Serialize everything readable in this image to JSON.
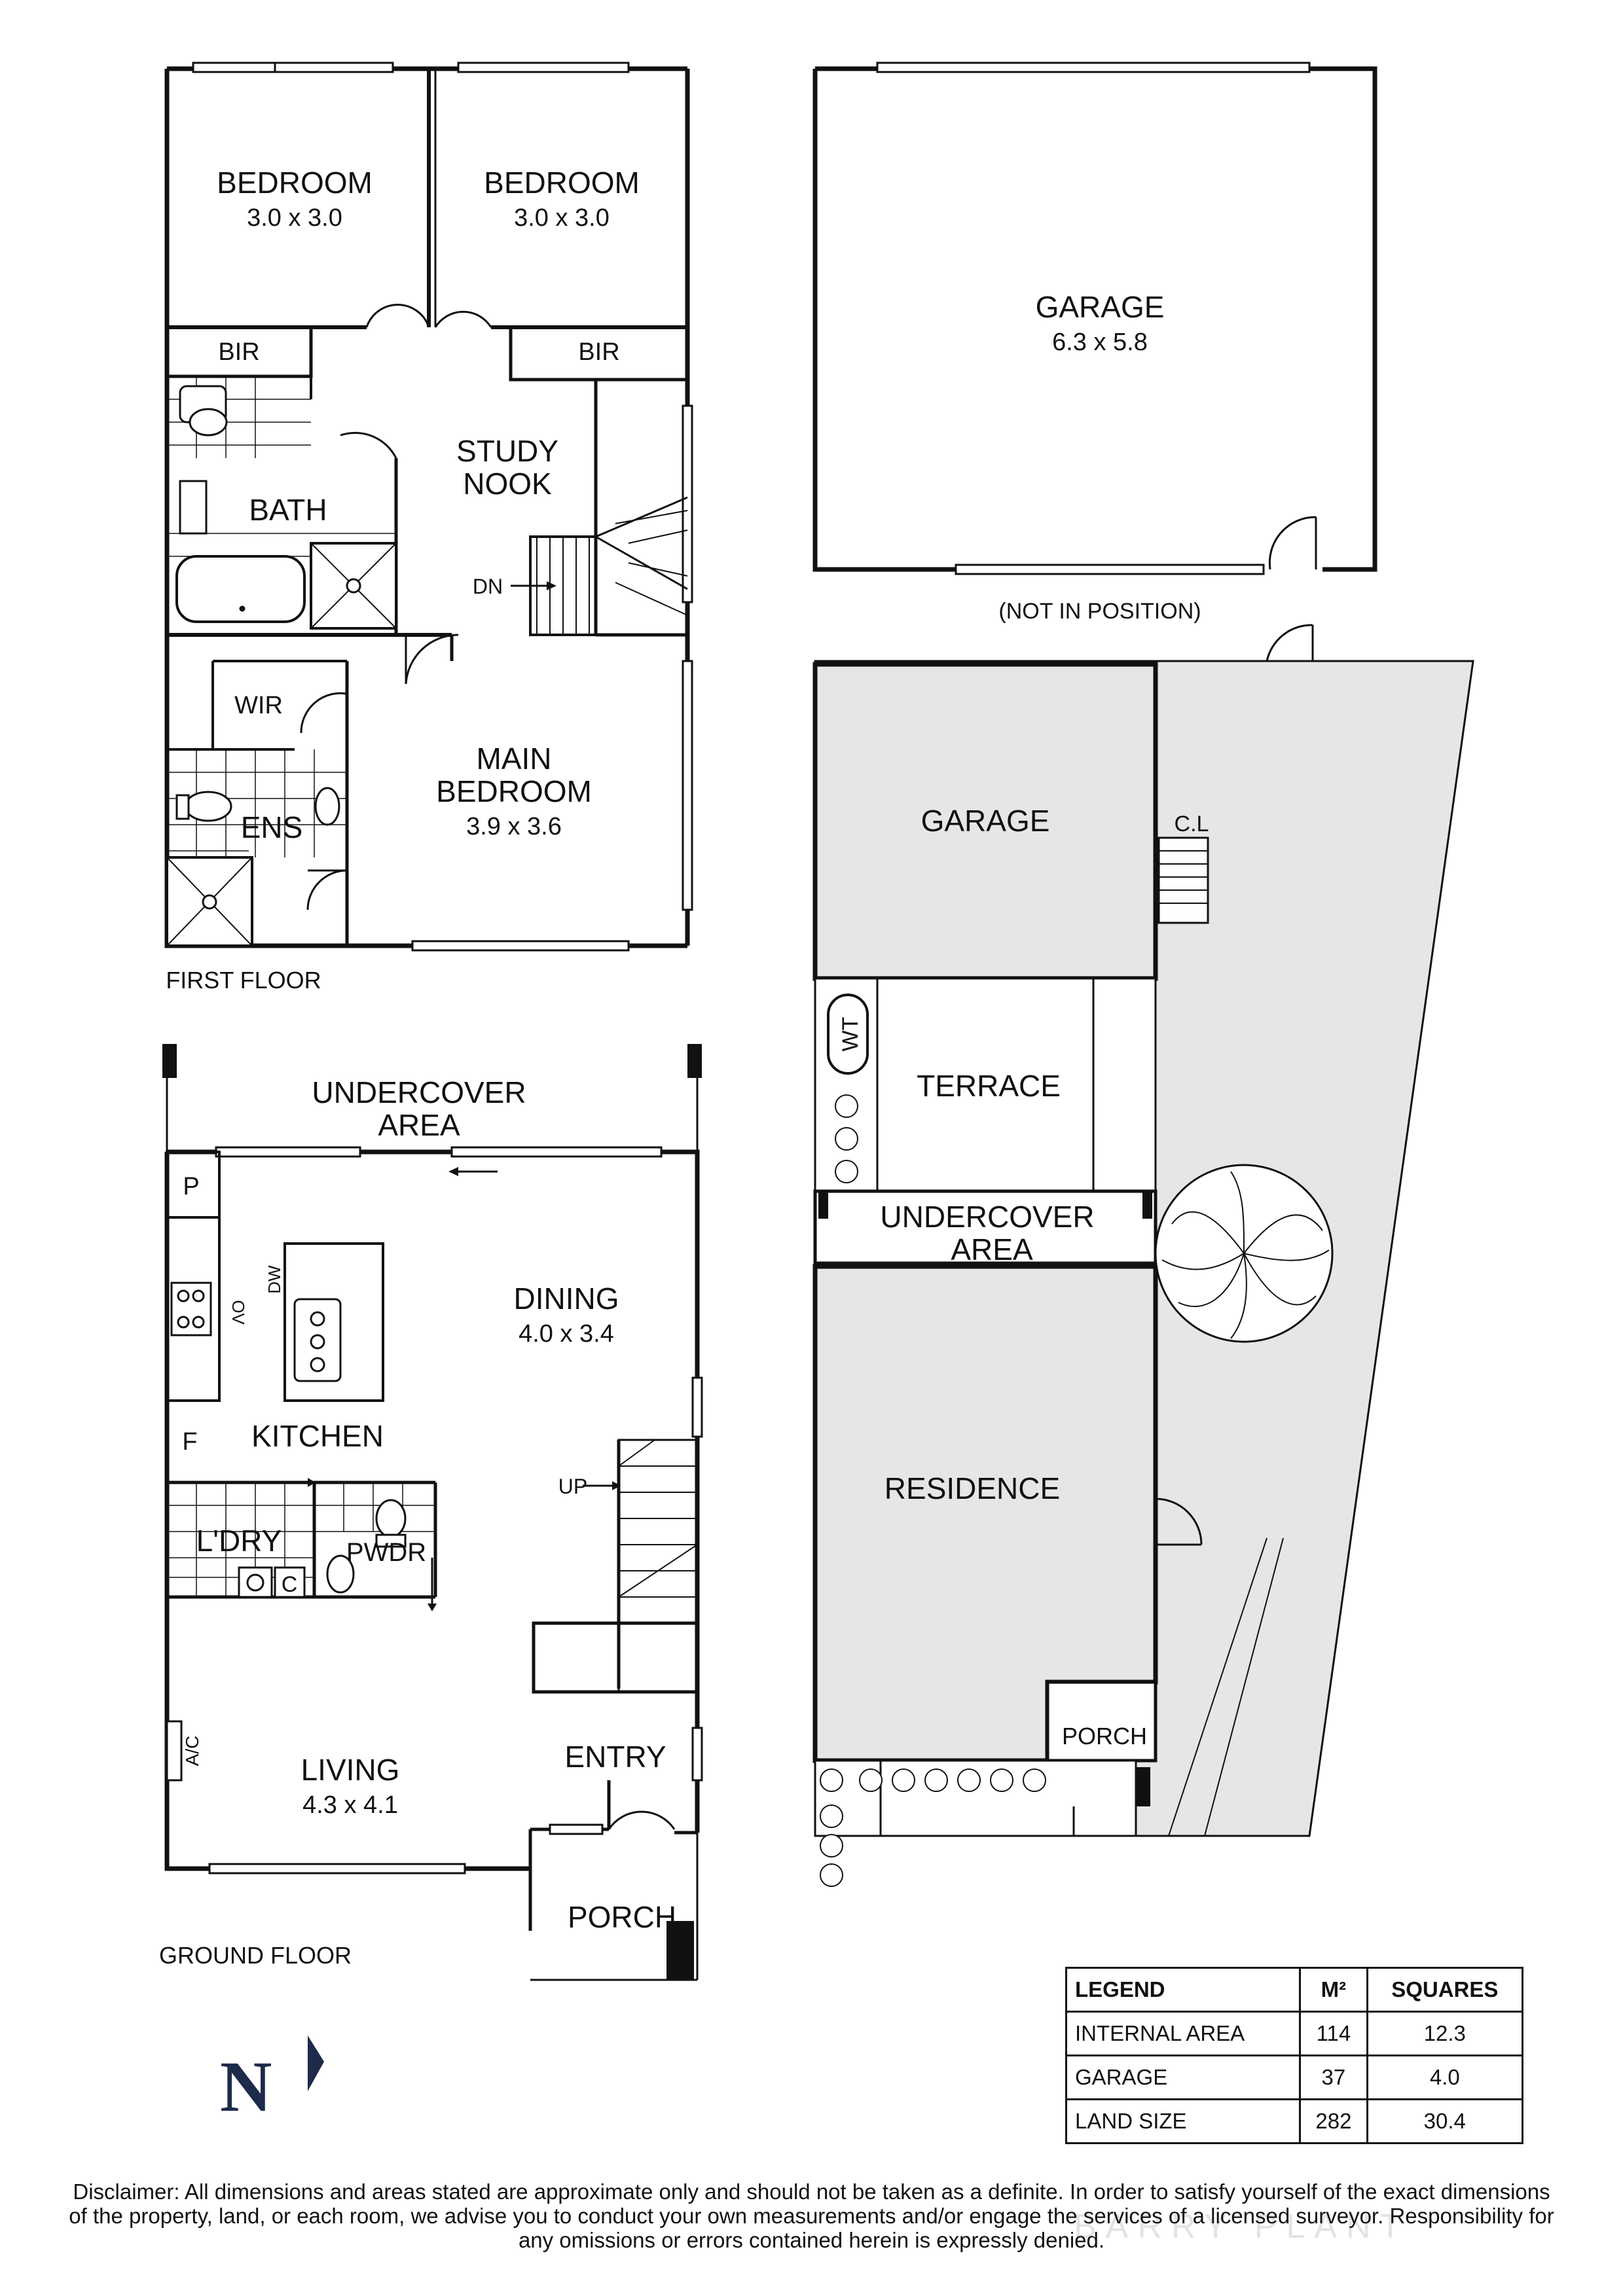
{
  "first_floor": {
    "caption": "FIRST FLOOR",
    "rooms": [
      {
        "name": "BEDROOM",
        "dims": "3.0 x 3.0"
      },
      {
        "name": "BEDROOM",
        "dims": "3.0 x 3.0"
      },
      {
        "name": "BIR"
      },
      {
        "name": "BIR"
      },
      {
        "name": "STUDY",
        "name2": "NOOK"
      },
      {
        "name": "BATH"
      },
      {
        "name": "DN"
      },
      {
        "name": "WIR"
      },
      {
        "name": "MAIN",
        "name2": "BEDROOM",
        "dims": "3.9 x 3.6"
      },
      {
        "name": "ENS"
      }
    ]
  },
  "ground_floor": {
    "caption": "GROUND FLOOR",
    "rooms": [
      {
        "name": "UNDERCOVER",
        "name2": "AREA"
      },
      {
        "name": "P"
      },
      {
        "name": "DW"
      },
      {
        "name": "OV"
      },
      {
        "name": "DINING",
        "dims": "4.0 x 3.4"
      },
      {
        "name": "KITCHEN"
      },
      {
        "name": "F"
      },
      {
        "name": "UP"
      },
      {
        "name": "L'DRY"
      },
      {
        "name": "PWDR"
      },
      {
        "name": "C"
      },
      {
        "name": "A/C"
      },
      {
        "name": "LIVING",
        "dims": "4.3 x 4.1"
      },
      {
        "name": "ENTRY"
      },
      {
        "name": "PORCH"
      }
    ]
  },
  "garage_plan": {
    "name": "GARAGE",
    "dims": "6.3 x 5.8",
    "note": "(NOT IN POSITION)"
  },
  "site_plan": {
    "labels": [
      "GARAGE",
      "C.L",
      "WT",
      "TERRACE",
      "UNDERCOVER",
      "AREA",
      "RESIDENCE",
      "PORCH"
    ]
  },
  "legend": {
    "headers": [
      "LEGEND",
      "M²",
      "SQUARES"
    ],
    "rows": [
      {
        "label": "INTERNAL AREA",
        "m2": "114",
        "squares": "12.3"
      },
      {
        "label": "GARAGE",
        "m2": "37",
        "squares": "4.0"
      },
      {
        "label": "LAND SIZE",
        "m2": "282",
        "squares": "30.4"
      }
    ]
  },
  "north_label": "N",
  "disclaimer": "Disclaimer: All dimensions and areas stated are approximate only and should not be taken as a definite. In order to satisfy yourself of the exact dimensions of the property, land, or each room, we advise you to conduct your own measurements and/or engage the services of a licensed surveyor. Responsibility for any omissions or errors contained herein is expressly denied.",
  "watermark": "BARRY PLANT",
  "colors": {
    "wall": "#111111",
    "site_fill": "#e6e6e6",
    "north": "#1d2a4a"
  }
}
